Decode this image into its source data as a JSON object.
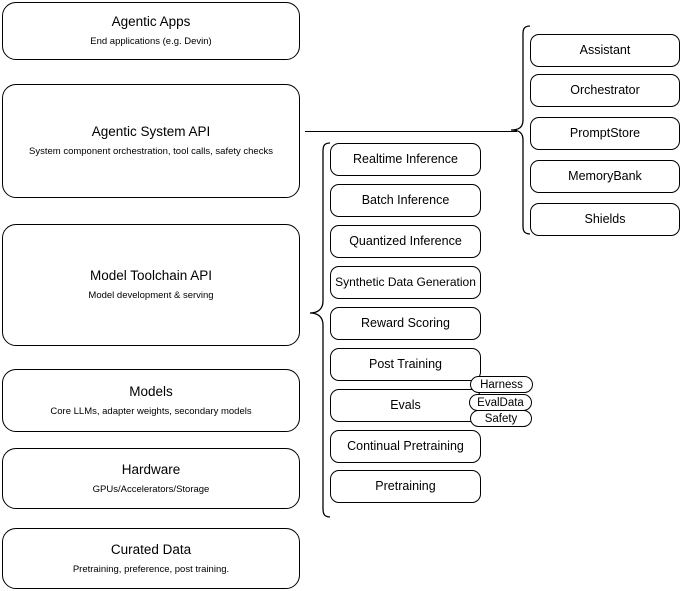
{
  "diagram": {
    "title": "AI Stack Layers Diagram",
    "stroke_color": "#000000",
    "background_color": "#ffffff",
    "layers": [
      {
        "id": "agentic-apps",
        "title": "Agentic Apps",
        "subtitle": "End applications (e.g. Devin)"
      },
      {
        "id": "agentic-system-api",
        "title": "Agentic System API",
        "subtitle": "System component orchestration, tool calls, safety checks"
      },
      {
        "id": "model-toolchain-api",
        "title": "Model Toolchain API",
        "subtitle": "Model development & serving"
      },
      {
        "id": "models",
        "title": "Models",
        "subtitle": "Core LLMs, adapter weights, secondary models"
      },
      {
        "id": "hardware",
        "title": "Hardware",
        "subtitle": "GPUs/Accelerators/Storage"
      },
      {
        "id": "curated-data",
        "title": "Curated Data",
        "subtitle": "Pretraining, preference, post training."
      }
    ],
    "toolchain_items": [
      {
        "id": "realtime-inference",
        "label": "Realtime Inference"
      },
      {
        "id": "batch-inference",
        "label": "Batch Inference"
      },
      {
        "id": "quantized-inference",
        "label": "Quantized Inference"
      },
      {
        "id": "synthetic-data-generation",
        "label": "Synthetic Data Generation"
      },
      {
        "id": "reward-scoring",
        "label": "Reward Scoring"
      },
      {
        "id": "post-training",
        "label": "Post Training"
      },
      {
        "id": "evals",
        "label": "Evals"
      },
      {
        "id": "continual-pretraining",
        "label": "Continual Pretraining"
      },
      {
        "id": "pretraining",
        "label": "Pretraining"
      }
    ],
    "evals_subitems": [
      {
        "id": "harness",
        "label": "Harness"
      },
      {
        "id": "evaldata",
        "label": "EvalData"
      },
      {
        "id": "safety",
        "label": "Safety"
      }
    ],
    "system_components": [
      {
        "id": "assistant",
        "label": "Assistant"
      },
      {
        "id": "orchestrator",
        "label": "Orchestrator"
      },
      {
        "id": "promptstore",
        "label": "PromptStore"
      },
      {
        "id": "memorybank",
        "label": "MemoryBank"
      },
      {
        "id": "shields",
        "label": "Shields"
      }
    ]
  }
}
